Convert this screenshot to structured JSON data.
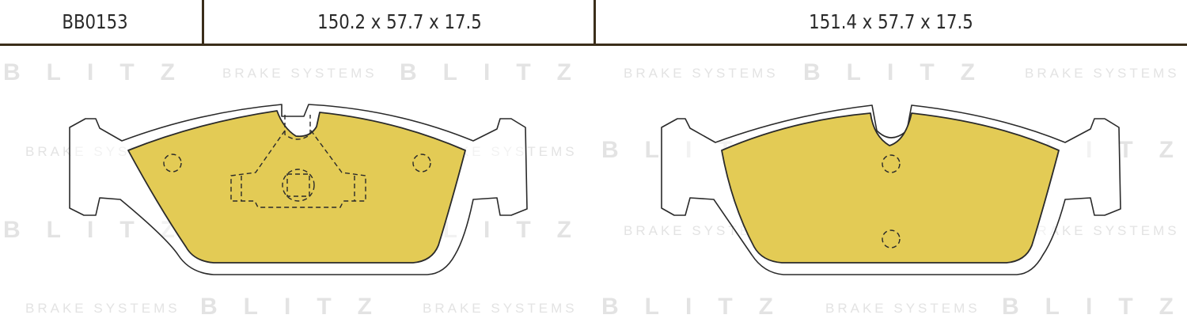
{
  "header": {
    "part_code": "BB0153",
    "dimensions_left": "150.2 x 57.7 x 17.5",
    "dimensions_right": "151.4 x 57.7 x 17.5"
  },
  "watermark": {
    "brand": "BLITZ",
    "tagline": "BRAKE SYSTEMS"
  },
  "colors": {
    "pad_fill": "#e3cb55",
    "outline": "#2a2a2a",
    "rule": "#3b2e1a",
    "watermark": "#e3e3e3"
  }
}
